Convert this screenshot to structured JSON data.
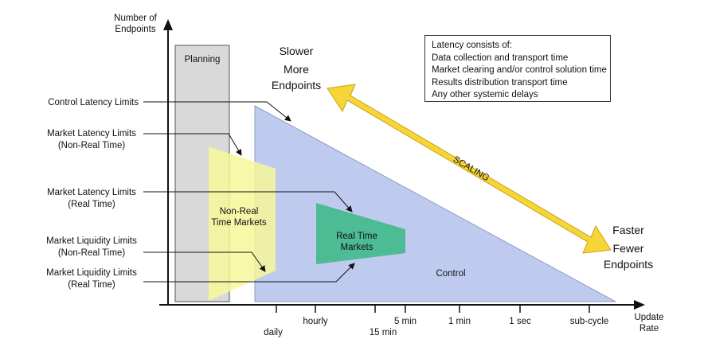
{
  "axes": {
    "y_label_line1": "Number of",
    "y_label_line2": "Endpoints",
    "x_label_line1": "Update",
    "x_label_line2": "Rate"
  },
  "x_ticks": {
    "daily": "daily",
    "hourly": "hourly",
    "min15": "15 min",
    "min5": "5 min",
    "min1": "1 min",
    "sec1": "1 sec",
    "subcycle": "sub-cycle"
  },
  "regions": {
    "planning": "Planning",
    "nonrt_line1": "Non-Real",
    "nonrt_line2": "Time Markets",
    "rt_line1": "Real Time",
    "rt_line2": "Markets",
    "control": "Control"
  },
  "left_labels": {
    "control_latency": "Control Latency Limits",
    "mkt_latency_nrt_1": "Market Latency Limits",
    "mkt_latency_nrt_2": "(Non-Real Time)",
    "mkt_latency_rt_1": "Market Latency Limits",
    "mkt_latency_rt_2": "(Real Time)",
    "mkt_liq_nrt_1": "Market Liquidity Limits",
    "mkt_liq_nrt_2": "(Non-Real Time)",
    "mkt_liq_rt_1": "Market Liquidity Limits",
    "mkt_liq_rt_2": "(Real Time)"
  },
  "scaling": {
    "label": "SCALING",
    "slower": "Slower",
    "more": "More",
    "endpoints_top": "Endpoints",
    "faster": "Faster",
    "fewer": "Fewer",
    "endpoints_bottom": "Endpoints"
  },
  "latency_box": {
    "title": "Latency consists of:",
    "items": [
      "Data collection and transport time",
      "Market clearing and/or control solution time",
      "Results distribution transport time",
      "Any other systemic delays"
    ]
  },
  "colors": {
    "planning_fill": "#d9d9d9",
    "nonrt_fill": "#f7f79a",
    "control_fill": "#bfcbee",
    "rt_fill": "#4dbb94",
    "scaling_arrow": "#f5d537",
    "scaling_arrow_stroke": "#c9a318"
  }
}
